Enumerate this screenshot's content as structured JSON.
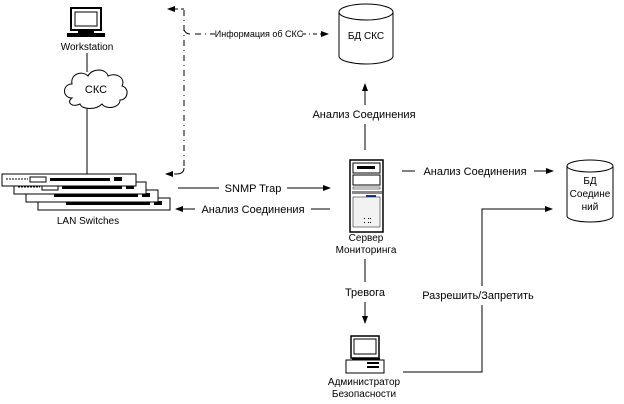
{
  "diagram": {
    "nodes": {
      "workstation": {
        "label": "Workstation",
        "icon": "desktop-computer-icon"
      },
      "scs_cloud": {
        "label": "СКС",
        "icon": "cloud-icon"
      },
      "lan_switches": {
        "label": "LAN Switches",
        "icon": "network-switch-stack-icon"
      },
      "db_scs": {
        "label": "БД СКС",
        "icon": "database-cylinder-icon"
      },
      "monitoring_server": {
        "label_line1": "Сервер",
        "label_line2": "Мониторинга",
        "icon": "server-tower-icon"
      },
      "db_connections": {
        "label_line1": "БД",
        "label_line2": "Соедине",
        "label_line3": "ний",
        "icon": "database-cylinder-icon"
      },
      "security_admin": {
        "label_line1": "Администратор",
        "label_line2": "Безопасности",
        "icon": "desktop-computer-icon"
      }
    },
    "edges": {
      "scs_info": {
        "label": "Информация об СКС",
        "style": "dash-dot"
      },
      "snmp_trap": {
        "label": "SNMP Trap"
      },
      "analysis_to_switches": {
        "label": "Анализ Соединения"
      },
      "analysis_to_db_scs": {
        "label": "Анализ Соединения"
      },
      "analysis_to_db_conn": {
        "label": "Анализ Соединения"
      },
      "alarm": {
        "label": "Тревога"
      },
      "allow_deny": {
        "label": "Разрешить/Запретить"
      }
    }
  }
}
